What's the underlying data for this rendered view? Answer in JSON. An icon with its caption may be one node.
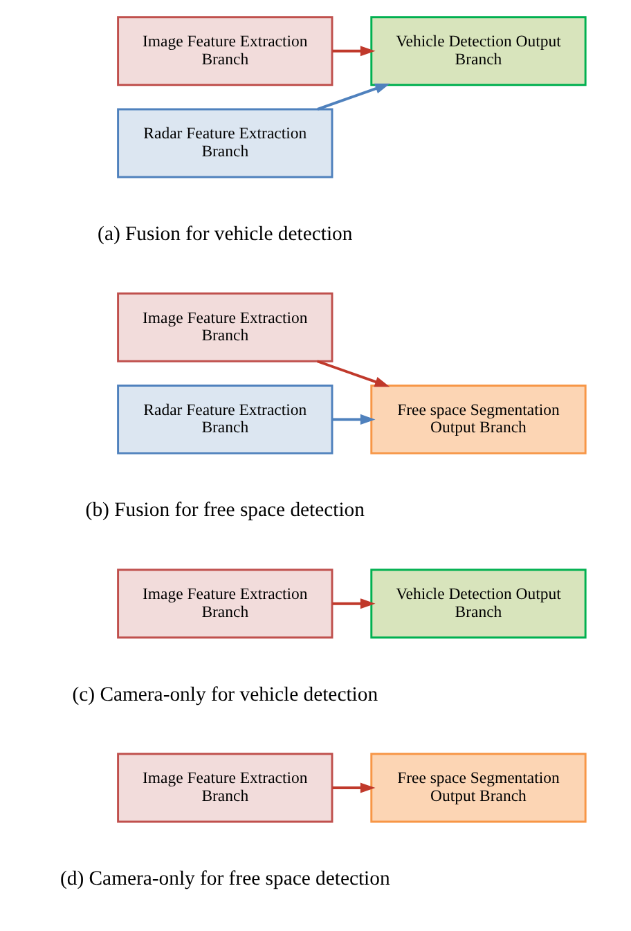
{
  "diagram": {
    "nodes": [
      {
        "text": [
          "Image Feature Extraction Branch"
        ]
      },
      {
        "text": [
          "Radar Feature Extraction Branch"
        ]
      },
      {
        "text": [
          "Vehicle Detection Output Branch"
        ]
      },
      {
        "text": [
          "Image Feature Extraction Branch"
        ]
      },
      {
        "text": [
          "Radar Feature Extraction Branch"
        ]
      },
      {
        "text": [
          "Free space Segmentation Output Branch"
        ]
      },
      {
        "text": [
          "Image Feature Extraction Branch"
        ]
      },
      {
        "text": [
          "Vehicle Detection Output Branch"
        ]
      },
      {
        "text": [
          "Image Feature Extraction Branch"
        ]
      },
      {
        "text": [
          "Free space Segmentation Output Branch"
        ]
      }
    ],
    "edges": [
      {
        "from": 0,
        "to": 2,
        "arrow": "to"
      },
      {
        "from": 1,
        "to": 2,
        "arrow": "to",
        "color": "#4f81bd"
      },
      {
        "from": 3,
        "to": 5,
        "arrow": "to"
      },
      {
        "from": 4,
        "to": 5,
        "arrow": "to",
        "color": "#4f81bd"
      },
      {
        "from": 6,
        "to": 7,
        "arrow": "to"
      },
      {
        "from": 8,
        "to": 9,
        "arrow": "to"
      }
    ],
    "labels": [
      "(a) Fusion for vehicle detection",
      "(b) Fusion for free space detection",
      "(c) Camera-only for vehicle detection",
      "(d) Camera-only for free space detection"
    ]
  }
}
